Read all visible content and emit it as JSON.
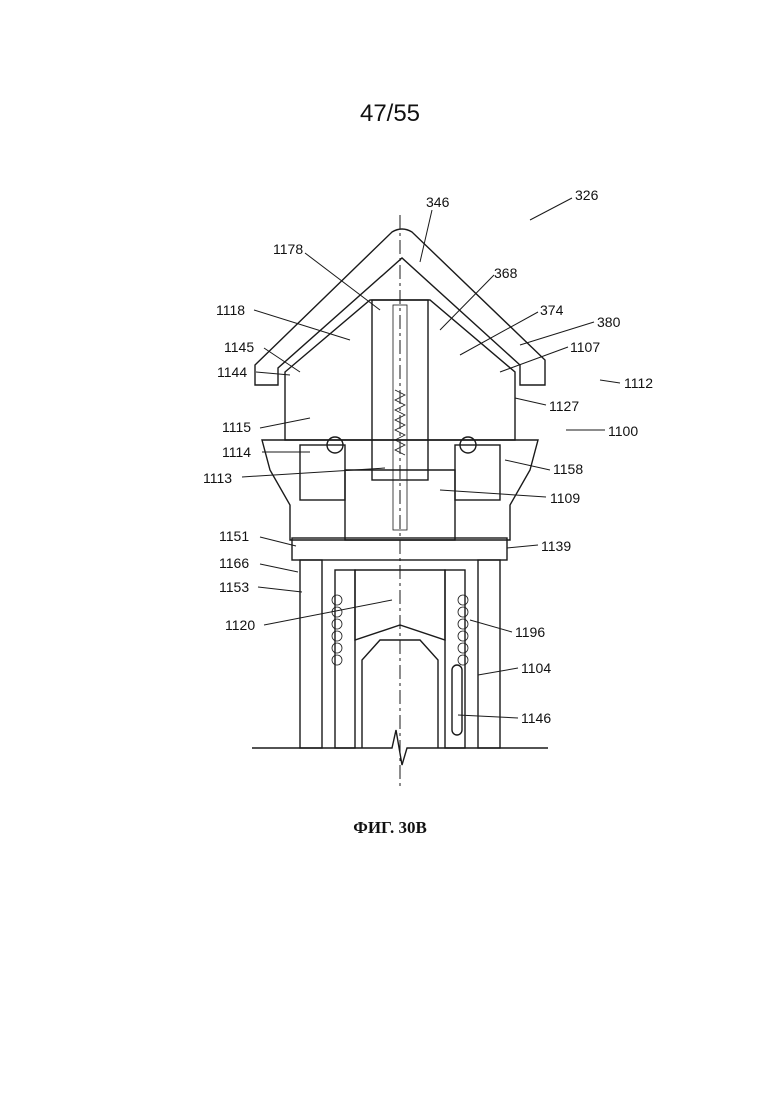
{
  "page": {
    "number": "47/55",
    "caption": "ФИГ. 30В"
  },
  "labels": [
    "326",
    "346",
    "1178",
    "368",
    "1118",
    "374",
    "380",
    "1145",
    "1107",
    "1144",
    "1112",
    "1127",
    "1115",
    "1100",
    "1114",
    "1158",
    "1113",
    "1109",
    "1151",
    "1139",
    "1166",
    "1153",
    "1120",
    "1196",
    "1104",
    "1146"
  ]
}
